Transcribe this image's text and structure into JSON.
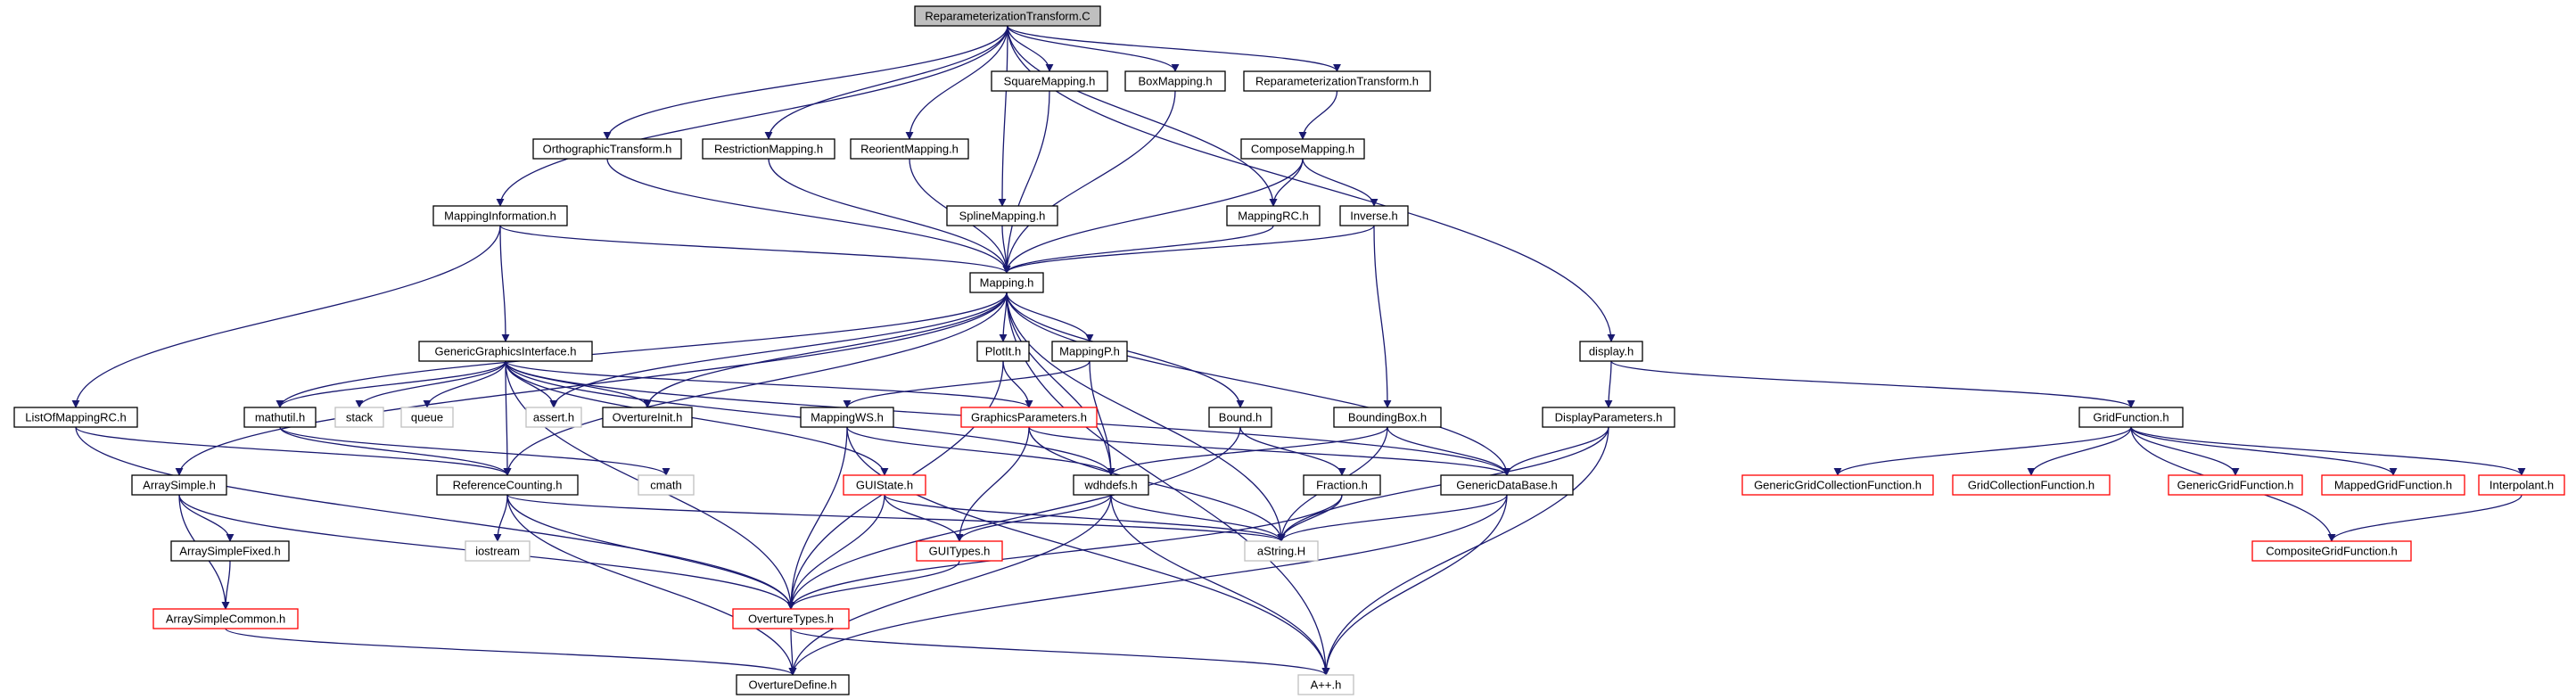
{
  "colors": {
    "edge": "#191970",
    "root_fill": "#bfbfbf",
    "node_border": "#000000",
    "missing_border": "#ff0000",
    "system_border": "#bfbfbf",
    "fill": "#ffffff"
  },
  "nodes": [
    {
      "id": "root",
      "label": "ReparameterizationTransform.C",
      "kind": "root"
    },
    {
      "id": "square",
      "label": "SquareMapping.h",
      "kind": "normal"
    },
    {
      "id": "box",
      "label": "BoxMapping.h",
      "kind": "normal"
    },
    {
      "id": "reph",
      "label": "ReparameterizationTransform.h",
      "kind": "normal"
    },
    {
      "id": "ortho",
      "label": "OrthographicTransform.h",
      "kind": "normal"
    },
    {
      "id": "restr",
      "label": "RestrictionMapping.h",
      "kind": "normal"
    },
    {
      "id": "reor",
      "label": "ReorientMapping.h",
      "kind": "normal"
    },
    {
      "id": "compose",
      "label": "ComposeMapping.h",
      "kind": "normal"
    },
    {
      "id": "mapinfo",
      "label": "MappingInformation.h",
      "kind": "normal"
    },
    {
      "id": "spline",
      "label": "SplineMapping.h",
      "kind": "normal"
    },
    {
      "id": "maprc",
      "label": "MappingRC.h",
      "kind": "normal"
    },
    {
      "id": "inverse",
      "label": "Inverse.h",
      "kind": "normal"
    },
    {
      "id": "mapping",
      "label": "Mapping.h",
      "kind": "normal"
    },
    {
      "id": "ggi",
      "label": "GenericGraphicsInterface.h",
      "kind": "normal"
    },
    {
      "id": "plotit",
      "label": "PlotIt.h",
      "kind": "normal"
    },
    {
      "id": "mappingp",
      "label": "MappingP.h",
      "kind": "normal"
    },
    {
      "id": "display",
      "label": "display.h",
      "kind": "normal"
    },
    {
      "id": "listrc",
      "label": "ListOfMappingRC.h",
      "kind": "normal"
    },
    {
      "id": "mathutil",
      "label": "mathutil.h",
      "kind": "normal"
    },
    {
      "id": "stack",
      "label": "stack",
      "kind": "system"
    },
    {
      "id": "queue",
      "label": "queue",
      "kind": "system"
    },
    {
      "id": "assert",
      "label": "assert.h",
      "kind": "system"
    },
    {
      "id": "ovinit",
      "label": "OvertureInit.h",
      "kind": "normal"
    },
    {
      "id": "mapws",
      "label": "MappingWS.h",
      "kind": "normal"
    },
    {
      "id": "gparams",
      "label": "GraphicsParameters.h",
      "kind": "missing"
    },
    {
      "id": "bound",
      "label": "Bound.h",
      "kind": "normal"
    },
    {
      "id": "bbox",
      "label": "BoundingBox.h",
      "kind": "normal"
    },
    {
      "id": "dparams",
      "label": "DisplayParameters.h",
      "kind": "normal"
    },
    {
      "id": "gridfn",
      "label": "GridFunction.h",
      "kind": "normal"
    },
    {
      "id": "arrsimple",
      "label": "ArraySimple.h",
      "kind": "normal"
    },
    {
      "id": "refcount",
      "label": "ReferenceCounting.h",
      "kind": "normal"
    },
    {
      "id": "cmath",
      "label": "cmath",
      "kind": "system"
    },
    {
      "id": "guistate",
      "label": "GUIState.h",
      "kind": "missing"
    },
    {
      "id": "wdhdefs",
      "label": "wdhdefs.h",
      "kind": "normal"
    },
    {
      "id": "fraction",
      "label": "Fraction.h",
      "kind": "normal"
    },
    {
      "id": "gdb",
      "label": "GenericDataBase.h",
      "kind": "normal"
    },
    {
      "id": "ggcf",
      "label": "GenericGridCollectionFunction.h",
      "kind": "missing"
    },
    {
      "id": "gcf",
      "label": "GridCollectionFunction.h",
      "kind": "missing"
    },
    {
      "id": "ggf",
      "label": "GenericGridFunction.h",
      "kind": "missing"
    },
    {
      "id": "mgf",
      "label": "MappedGridFunction.h",
      "kind": "missing"
    },
    {
      "id": "interp",
      "label": "Interpolant.h",
      "kind": "missing"
    },
    {
      "id": "arrfixed",
      "label": "ArraySimpleFixed.h",
      "kind": "normal"
    },
    {
      "id": "iostream",
      "label": "iostream",
      "kind": "system"
    },
    {
      "id": "guitypes",
      "label": "GUITypes.h",
      "kind": "missing"
    },
    {
      "id": "astring",
      "label": "aString.H",
      "kind": "system"
    },
    {
      "id": "cgf",
      "label": "CompositeGridFunction.h",
      "kind": "missing"
    },
    {
      "id": "arrcommon",
      "label": "ArraySimpleCommon.h",
      "kind": "missing"
    },
    {
      "id": "ovtypes",
      "label": "OvertureTypes.h",
      "kind": "missing"
    },
    {
      "id": "ovdefine",
      "label": "OvertureDefine.h",
      "kind": "normal"
    },
    {
      "id": "app",
      "label": "A++.h",
      "kind": "system"
    }
  ],
  "edges": [
    [
      "root",
      "square"
    ],
    [
      "root",
      "box"
    ],
    [
      "root",
      "reph"
    ],
    [
      "root",
      "ortho"
    ],
    [
      "root",
      "restr"
    ],
    [
      "root",
      "reor"
    ],
    [
      "root",
      "mapinfo"
    ],
    [
      "root",
      "spline"
    ],
    [
      "root",
      "maprc"
    ],
    [
      "root",
      "display"
    ],
    [
      "square",
      "mapping"
    ],
    [
      "box",
      "mapping"
    ],
    [
      "ortho",
      "mapping"
    ],
    [
      "restr",
      "mapping"
    ],
    [
      "reor",
      "mapping"
    ],
    [
      "spline",
      "mapping"
    ],
    [
      "reph",
      "compose"
    ],
    [
      "compose",
      "maprc"
    ],
    [
      "compose",
      "inverse"
    ],
    [
      "compose",
      "mapping"
    ],
    [
      "maprc",
      "mapping"
    ],
    [
      "inverse",
      "mapping"
    ],
    [
      "inverse",
      "bbox"
    ],
    [
      "mapinfo",
      "mapping"
    ],
    [
      "mapinfo",
      "ggi"
    ],
    [
      "mapinfo",
      "listrc"
    ],
    [
      "mapping",
      "plotit"
    ],
    [
      "mapping",
      "mappingp"
    ],
    [
      "mapping",
      "mathutil"
    ],
    [
      "mapping",
      "assert"
    ],
    [
      "mapping",
      "ovinit"
    ],
    [
      "mapping",
      "bound"
    ],
    [
      "mapping",
      "gdb"
    ],
    [
      "mapping",
      "wdhdefs"
    ],
    [
      "mapping",
      "astring"
    ],
    [
      "mapping",
      "arrsimple"
    ],
    [
      "mapping",
      "refcount"
    ],
    [
      "mapping",
      "app"
    ],
    [
      "ggi",
      "mathutil"
    ],
    [
      "ggi",
      "stack"
    ],
    [
      "ggi",
      "queue"
    ],
    [
      "ggi",
      "assert"
    ],
    [
      "ggi",
      "ovinit"
    ],
    [
      "ggi",
      "gparams"
    ],
    [
      "ggi",
      "guistate"
    ],
    [
      "ggi",
      "gdb"
    ],
    [
      "ggi",
      "wdhdefs"
    ],
    [
      "ggi",
      "ovtypes"
    ],
    [
      "ggi",
      "refcount"
    ],
    [
      "plotit",
      "gparams"
    ],
    [
      "plotit",
      "ovtypes"
    ],
    [
      "mappingp",
      "mapws"
    ],
    [
      "mappingp",
      "wdhdefs"
    ],
    [
      "mapws",
      "wdhdefs"
    ],
    [
      "mapws",
      "ovtypes"
    ],
    [
      "mapws",
      "app"
    ],
    [
      "gparams",
      "guitypes"
    ],
    [
      "gparams",
      "gdb"
    ],
    [
      "gparams",
      "astring"
    ],
    [
      "display",
      "dparams"
    ],
    [
      "display",
      "gridfn"
    ],
    [
      "dparams",
      "gdb"
    ],
    [
      "dparams",
      "astring"
    ],
    [
      "dparams",
      "app"
    ],
    [
      "listrc",
      "refcount"
    ],
    [
      "listrc",
      "ovtypes"
    ],
    [
      "mathutil",
      "cmath"
    ],
    [
      "mathutil",
      "refcount"
    ],
    [
      "bound",
      "fraction"
    ],
    [
      "bound",
      "ovtypes"
    ],
    [
      "bbox",
      "wdhdefs"
    ],
    [
      "bbox",
      "gdb"
    ],
    [
      "bbox",
      "astring"
    ],
    [
      "gridfn",
      "ggcf"
    ],
    [
      "gridfn",
      "gcf"
    ],
    [
      "gridfn",
      "ggf"
    ],
    [
      "gridfn",
      "mgf"
    ],
    [
      "gridfn",
      "interp"
    ],
    [
      "gridfn",
      "cgf"
    ],
    [
      "interp",
      "cgf"
    ],
    [
      "arrsimple",
      "arrfixed"
    ],
    [
      "arrsimple",
      "arrcommon"
    ],
    [
      "arrsimple",
      "ovtypes"
    ],
    [
      "arrfixed",
      "arrcommon"
    ],
    [
      "arrcommon",
      "ovdefine"
    ],
    [
      "refcount",
      "iostream"
    ],
    [
      "refcount",
      "ovtypes"
    ],
    [
      "refcount",
      "ovdefine"
    ],
    [
      "refcount",
      "astring"
    ],
    [
      "guistate",
      "guitypes"
    ],
    [
      "guistate",
      "ovtypes"
    ],
    [
      "guistate",
      "astring"
    ],
    [
      "wdhdefs",
      "guitypes"
    ],
    [
      "wdhdefs",
      "astring"
    ],
    [
      "wdhdefs",
      "ovdefine"
    ],
    [
      "wdhdefs",
      "app"
    ],
    [
      "fraction",
      "astring"
    ],
    [
      "fraction",
      "ovtypes"
    ],
    [
      "gdb",
      "astring"
    ],
    [
      "gdb",
      "ovdefine"
    ],
    [
      "gdb",
      "app"
    ],
    [
      "guitypes",
      "ovtypes"
    ],
    [
      "ovtypes",
      "ovdefine"
    ],
    [
      "ovtypes",
      "app"
    ]
  ]
}
